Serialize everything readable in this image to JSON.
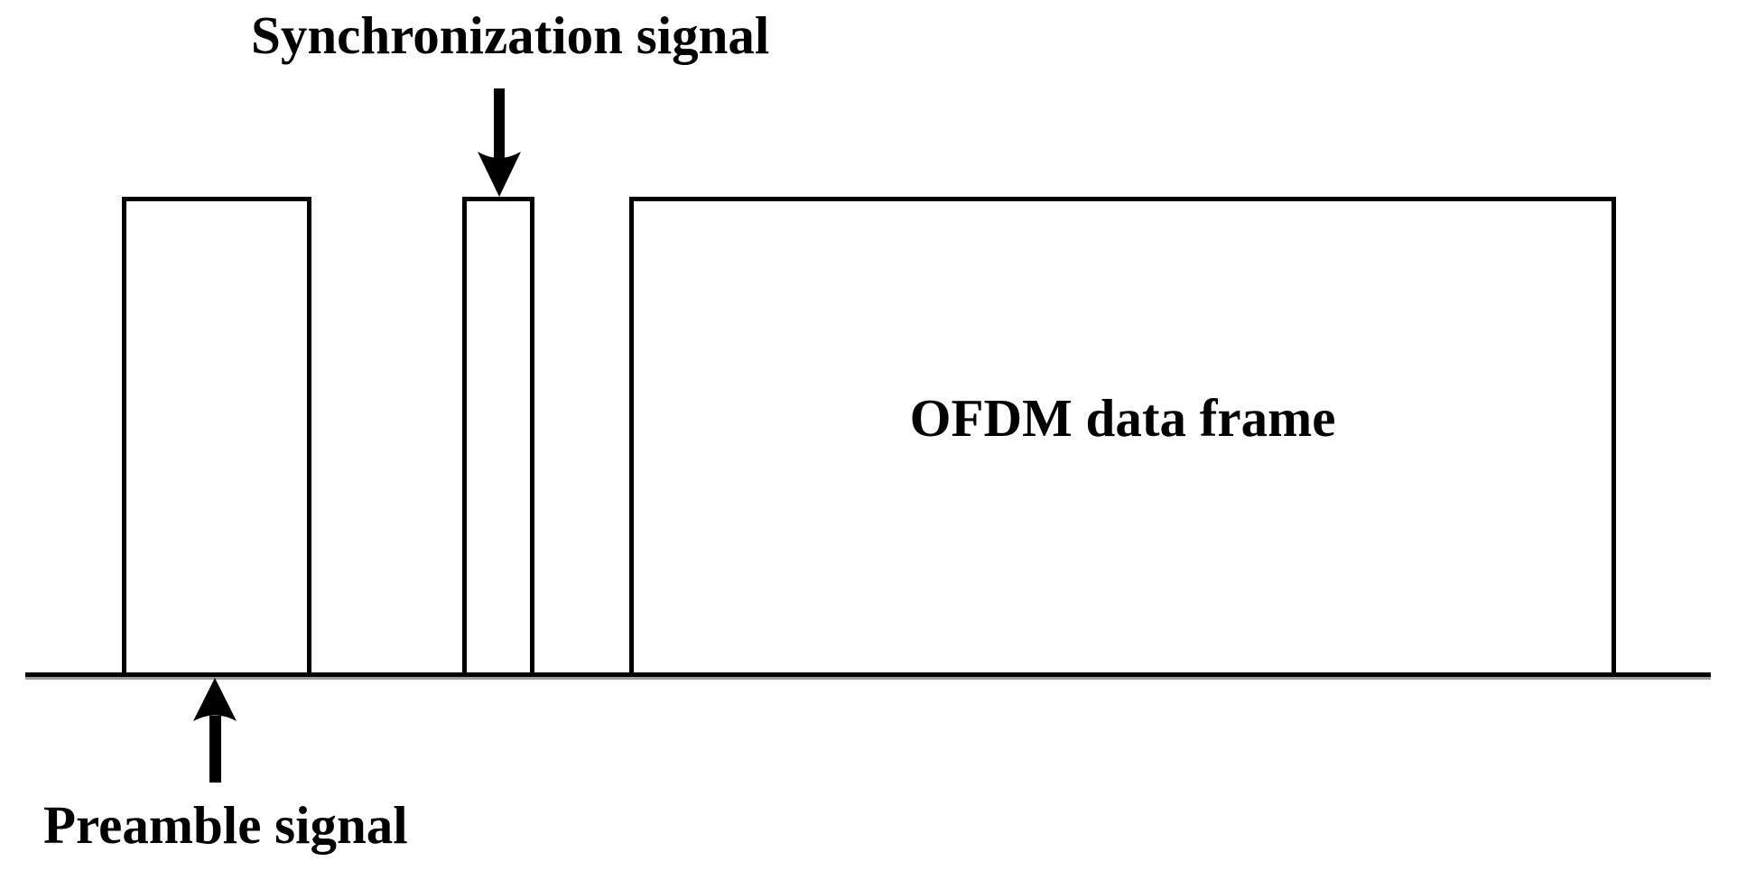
{
  "diagram": {
    "labels": {
      "sync": "Synchronization signal",
      "preamble": "Preamble signal",
      "ofdm": "OFDM data frame"
    },
    "colors": {
      "line": "#000000",
      "background": "#ffffff",
      "axis_shadow": "#9c9c9c"
    }
  }
}
